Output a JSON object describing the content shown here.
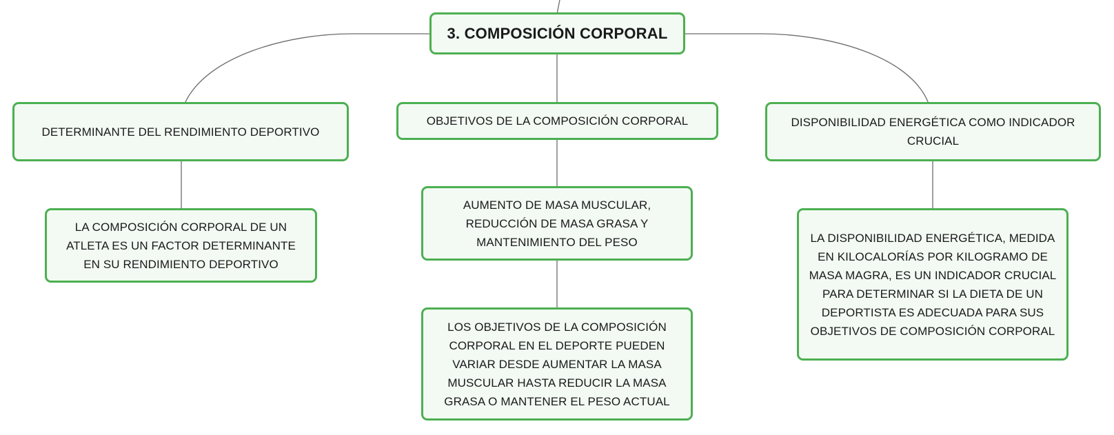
{
  "map": {
    "root": {
      "title": "3. COMPOSICIÓN CORPORAL"
    },
    "branches": [
      {
        "title": "DETERMINANTE DEL RENDIMIENTO DEPORTIVO",
        "children": [
          "LA COMPOSICIÓN CORPORAL DE UN ATLETA ES UN FACTOR DETERMINANTE EN SU RENDIMIENTO DEPORTIVO"
        ]
      },
      {
        "title": "OBJETIVOS DE LA COMPOSICIÓN CORPORAL",
        "children": [
          "AUMENTO DE MASA MUSCULAR, REDUCCIÓN DE MASA GRASA Y MANTENIMIENTO DEL PESO",
          "LOS OBJETIVOS DE LA COMPOSICIÓN CORPORAL EN EL DEPORTE PUEDEN VARIAR DESDE AUMENTAR LA MASA MUSCULAR HASTA REDUCIR LA MASA GRASA O MANTENER EL PESO ACTUAL"
        ]
      },
      {
        "title": "DISPONIBILIDAD ENERGÉTICA COMO INDICADOR CRUCIAL",
        "children": [
          "LA DISPONIBILIDAD ENERGÉTICA, MEDIDA EN KILOCALORÍAS POR KILOGRAMO DE MASA MAGRA, ES UN INDICADOR CRUCIAL PARA DETERMINAR SI LA DIETA DE UN DEPORTISTA ES ADECUADA PARA SUS OBJETIVOS DE COMPOSICIÓN CORPORAL"
        ]
      }
    ]
  },
  "colors": {
    "node_border": "#4caf50",
    "node_fill": "#f2faf3",
    "connector": "#6b6b6b"
  }
}
